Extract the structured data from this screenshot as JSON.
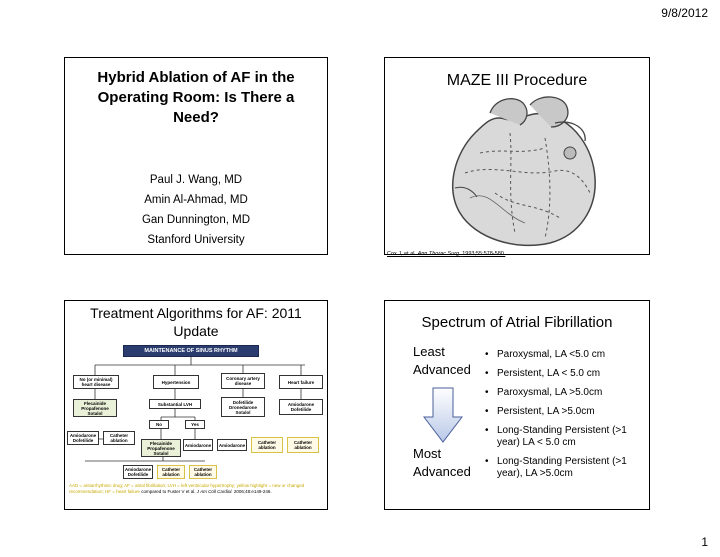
{
  "header": {
    "date": "9/8/2012"
  },
  "footer": {
    "page": "1"
  },
  "slide1": {
    "title": "Hybrid Ablation of AF in the Operating Room: Is There a Need?",
    "authors": [
      "Paul J. Wang, MD",
      "Amin Al-Ahmad, MD",
      "Gan Dunnington, MD",
      "Stanford University"
    ]
  },
  "slide2": {
    "title": "MAZE III Procedure",
    "citation_authors": "Cox J, et al.",
    "citation_journal": "Ann Thorac Surg.",
    "citation_ref": "1993;55:578-580."
  },
  "slide3": {
    "title": "Treatment Algorithms for AF: 2011 Update",
    "flow": {
      "root": "MAINTENANCE OF SINUS RHYTHM",
      "no_heart": "No (or minimal) heart disease",
      "hypertension": "Hypertension",
      "cad": "Coronary artery disease",
      "hf": "Heart failure",
      "flec1": "Flecainide Propafenone Sotalol",
      "sub_lvh": "Substantial LVH",
      "dofetilide": "Dofetilide",
      "dofetilide_sub": "Dronedarone Sotalol",
      "amio_dof1": "Amiodarone Dofetilide",
      "no": "No",
      "yes": "Yes",
      "amio_dof2": "Amiodarone Dofetilide",
      "cath1": "Catheter ablation",
      "flec2": "Flecainide Propafenone Sotalol",
      "amiodarone1": "Amiodarone",
      "amiodarone2": "Amiodarone",
      "cath2": "Catheter ablation",
      "cath3": "Catheter ablation",
      "amio_dof3": "Amiodarone Dofetilide",
      "cath4": "Catheter ablation",
      "cath5": "Catheter ablation"
    },
    "footnote_a": "AAD = antiarrhythmic drug; AF = atrial fibrillation; LVH = left ventricular hypertrophy; yellow highlight = new or changed recommendation; HF = heart failure",
    "footnote_compare": "compared to Fuster V et al.",
    "footnote_journal": "J Am Coll Cardiol.",
    "footnote_ref": "2006;48:e149-246."
  },
  "slide4": {
    "title": "Spectrum of Atrial Fibrillation",
    "least": "Least Advanced",
    "most": "Most Advanced",
    "bullets": [
      "Paroxysmal, LA <5.0 cm",
      "Persistent, LA < 5.0 cm",
      "Paroxysmal, LA >5.0cm",
      "Persistent, LA >5.0cm",
      "Long-Standing Persistent (>1 year) LA < 5.0 cm",
      "Long-Standing Persistent (>1 year), LA >5.0cm"
    ]
  }
}
